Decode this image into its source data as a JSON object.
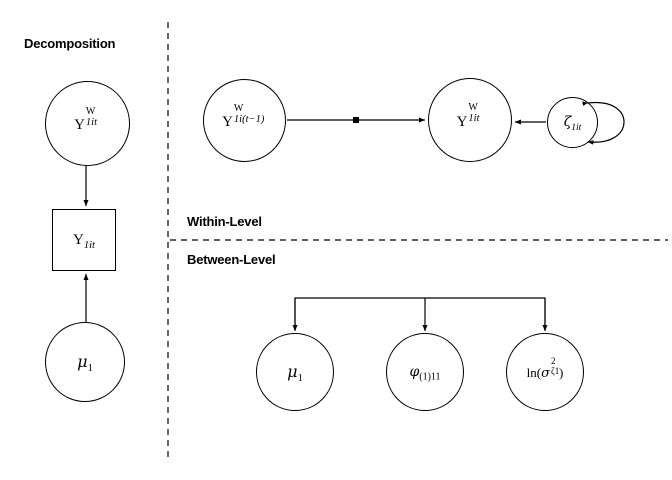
{
  "diagram": {
    "title_left_panel": "Decomposition",
    "level_labels": {
      "within": "Within-Level",
      "between": "Between-Level"
    },
    "stroke_color": "#000000",
    "background_color": "#ffffff",
    "nodes": {
      "decomp_latent": {
        "shape": "circle",
        "base": "Y",
        "sup": "W",
        "sub": "1it",
        "plain": "Y^W_1it"
      },
      "decomp_observed": {
        "shape": "square",
        "base": "Y",
        "sup": "",
        "sub": "1it",
        "plain": "Y_1it"
      },
      "decomp_mean": {
        "shape": "circle",
        "base": "μ",
        "sup": "",
        "sub": "1",
        "plain": "mu_1"
      },
      "within_lag": {
        "shape": "circle",
        "base": "Y",
        "sup": "W",
        "sub": "1i(t−1)",
        "plain": "Y^W_1i(t-1)"
      },
      "within_current": {
        "shape": "circle",
        "base": "Y",
        "sup": "W",
        "sub": "1it",
        "plain": "Y^W_1it"
      },
      "within_residual": {
        "shape": "circle",
        "base": "ζ",
        "sup": "",
        "sub": "1it",
        "plain": "zeta_1it"
      },
      "between_mean": {
        "shape": "circle",
        "base": "μ",
        "sup": "",
        "sub": "1",
        "plain": "mu_1"
      },
      "between_ar": {
        "shape": "circle",
        "base": "φ",
        "sup": "",
        "sub": "(1)11",
        "plain": "phi_(1)11"
      },
      "between_logvar": {
        "shape": "circle",
        "base": "ln(σ",
        "sup": "2",
        "sub": "ζ1",
        "suffix": ")",
        "plain": "ln(sigma^2_zeta1)"
      }
    },
    "edges": [
      {
        "name": "decomp-latent-to-observed",
        "from": "decomp_latent",
        "to": "decomp_observed",
        "arrow": "single"
      },
      {
        "name": "decomp-mean-to-observed",
        "from": "decomp_mean",
        "to": "decomp_observed",
        "arrow": "single"
      },
      {
        "name": "within-lag-to-current",
        "from": "within_lag",
        "to": "within_current",
        "arrow": "single",
        "marker": "square-midpoint"
      },
      {
        "name": "within-residual-to-current",
        "from": "within_residual",
        "to": "within_current",
        "arrow": "single"
      },
      {
        "name": "within-residual-self-loop",
        "from": "within_residual",
        "to": "within_residual",
        "arrow": "double"
      },
      {
        "name": "between-bracket-to-mean",
        "from": "bracket",
        "to": "between_mean",
        "arrow": "single"
      },
      {
        "name": "between-bracket-to-ar",
        "from": "bracket",
        "to": "between_ar",
        "arrow": "single"
      },
      {
        "name": "between-bracket-to-logvar",
        "from": "bracket",
        "to": "between_logvar",
        "arrow": "single"
      }
    ],
    "separators": {
      "vertical_dashed": "panel-divider-vertical",
      "horizontal_dashed": "level-divider-horizontal"
    }
  }
}
